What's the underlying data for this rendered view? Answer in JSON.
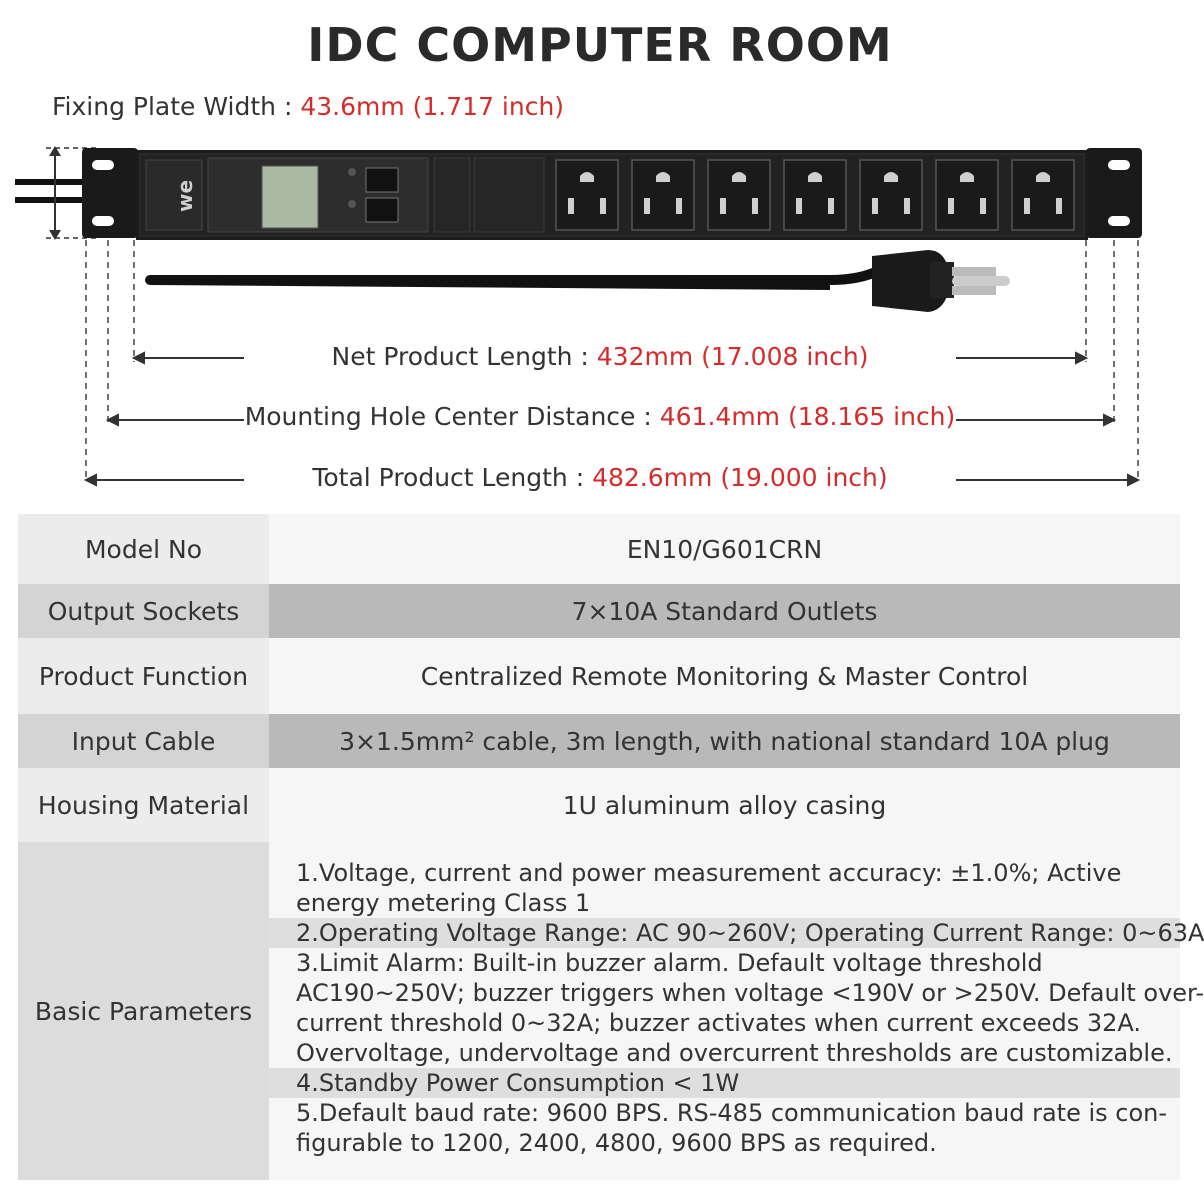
{
  "title": "IDC COMPUTER ROOM",
  "dimensions": {
    "plate_label": "Fixing Plate Width : ",
    "plate_value": "43.6mm (1.717 inch)",
    "net_label": "Net Product Length : ",
    "net_value": "432mm (17.008 inch)",
    "mhc_label": "Mounting Hole Center Distance : ",
    "mhc_value": "461.4mm (18.165 inch)",
    "total_label": "Total Product Length : ",
    "total_value": "482.6mm (19.000 inch)"
  },
  "product": {
    "brand_text": "we",
    "outlet_count": 7
  },
  "specs": {
    "model_label": "Model No",
    "model_value": "EN10/G601CRN",
    "sockets_label": "Output Sockets",
    "sockets_value": "7×10A Standard Outlets",
    "function_label": "Product Function",
    "function_value": "Centralized Remote Monitoring & Master Control",
    "cable_label": "Input Cable",
    "cable_value": "3×1.5mm² cable, 3m length, with national standard 10A plug",
    "housing_label": "Housing Material",
    "housing_value": "1U aluminum alloy casing",
    "params_label": "Basic Parameters",
    "params": [
      "1.Voltage, current and power measurement accuracy: ±1.0%; Active",
      "energy metering Class 1",
      "2.Operating Voltage Range: AC 90~260V; Operating Current Range: 0~63A",
      "3.Limit Alarm: Built-in buzzer alarm. Default voltage threshold",
      "AC190~250V; buzzer triggers when voltage <190V or >250V. Default over-",
      "current threshold 0~32A; buzzer activates when current exceeds 32A.",
      "Overvoltage, undervoltage and overcurrent thresholds are customizable.",
      "4.Standby Power Consumption < 1W",
      "5.Default baud rate: 9600 BPS. RS-485 communication baud rate is con-",
      "figurable to 1200, 2400, 4800, 9600 BPS as required."
    ]
  },
  "colors": {
    "accent_red": "#d62b2b",
    "body_black": "#1c1c1c"
  }
}
